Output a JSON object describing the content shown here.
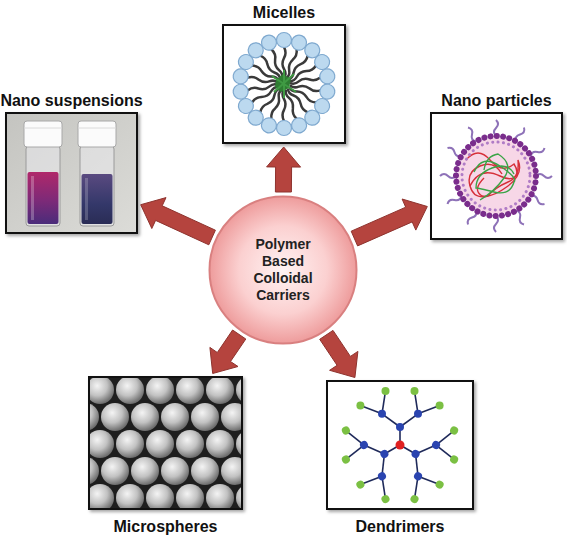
{
  "diagram": {
    "nodes": [
      {
        "text": [
          "Micelles"
        ]
      },
      {
        "text": [
          "Nano suspensions"
        ]
      },
      {
        "text": [
          "Nano particles"
        ]
      },
      {
        "text": [
          "Polymer Based Colloidal Carriers"
        ]
      },
      {
        "text": [
          "Microspheres"
        ]
      },
      {
        "text": [
          "Dendrimers"
        ]
      }
    ],
    "edges": [
      {
        "from": 3,
        "to": 0,
        "arrow": "to"
      },
      {
        "from": 3,
        "to": 2,
        "arrow": "to"
      },
      {
        "from": 3,
        "to": 5,
        "arrow": "to"
      },
      {
        "from": 3,
        "to": 4,
        "arrow": "to"
      },
      {
        "from": 3,
        "to": 1,
        "arrow": "to"
      }
    ]
  }
}
